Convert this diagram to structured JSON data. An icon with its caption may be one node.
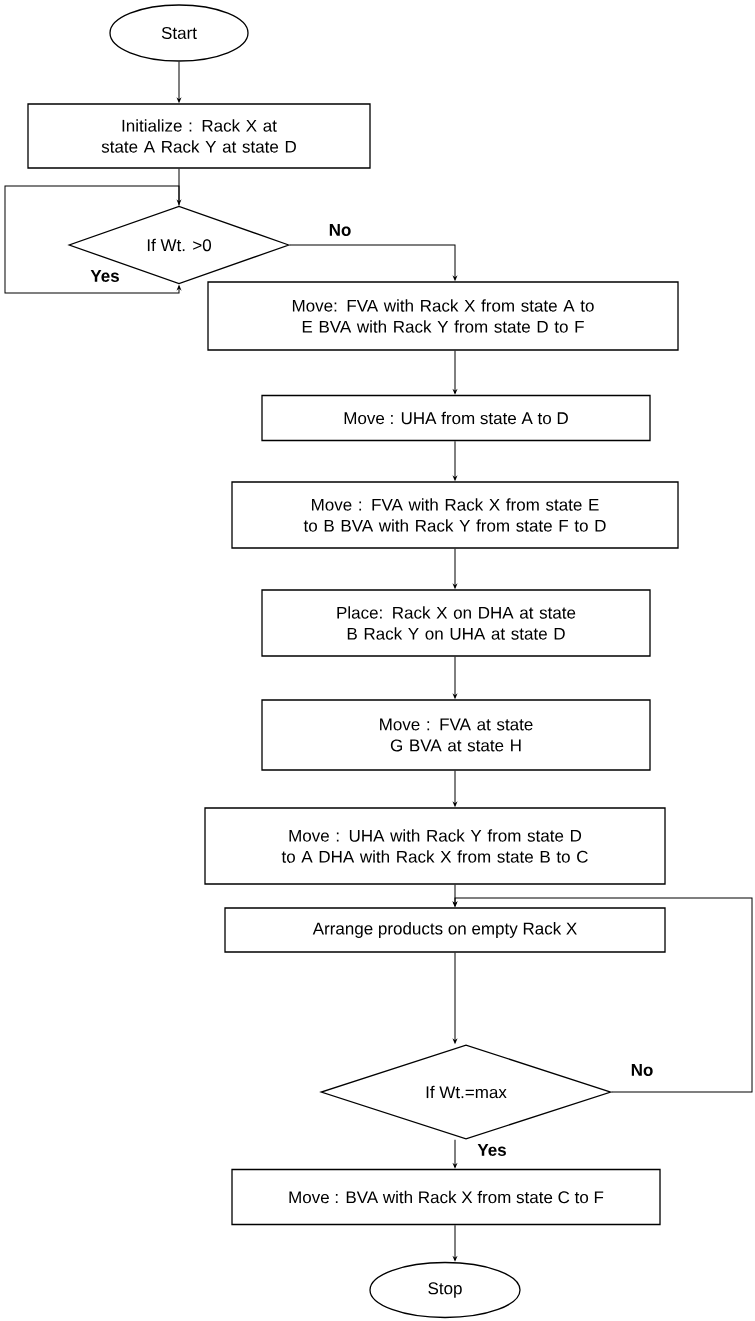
{
  "diagram": {
    "nodes": [
      {
        "text": [
          "Start"
        ]
      },
      {
        "text": [
          "Initialize : Rack X at state A Rack Y at state D"
        ]
      },
      {
        "text": [
          "If Wt. >0"
        ]
      },
      {
        "text": [
          "Move: FVA with Rack X from state A to E BVA with Rack Y from state D to F"
        ]
      },
      {
        "text": [
          "Move : UHA from state A to D"
        ]
      },
      {
        "text": [
          "Move : FVA with Rack X from state E to B BVA with Rack Y from state F to D"
        ]
      },
      {
        "text": [
          "Place: Rack X on DHA at state B Rack Y on UHA at state D"
        ]
      },
      {
        "text": [
          "Move : FVA at state G BVA at state H"
        ]
      },
      {
        "text": [
          "Move : UHA with Rack Y from state D to A DHA with Rack X from state B to C"
        ]
      },
      {
        "text": [
          "Arrange products on empty Rack X"
        ]
      },
      {
        "text": [
          "If Wt.=max"
        ]
      },
      {
        "text": [
          "Move : BVA with Rack X from state C to F"
        ]
      },
      {
        "text": [
          "Stop"
        ]
      }
    ],
    "edges": [
      {
        "from": 0,
        "to": 1,
        "arrow": "to"
      },
      {
        "from": 1,
        "to": 2,
        "arrow": "to"
      },
      {
        "from": 2,
        "to": 2,
        "arrow": "to",
        "label": "Yes"
      },
      {
        "from": 2,
        "to": 3,
        "arrow": "to",
        "label": "No"
      },
      {
        "from": 3,
        "to": 4,
        "arrow": "to"
      },
      {
        "from": 4,
        "to": 5,
        "arrow": "to"
      },
      {
        "from": 5,
        "to": 6,
        "arrow": "to"
      },
      {
        "from": 6,
        "to": 7,
        "arrow": "to"
      },
      {
        "from": 7,
        "to": 8,
        "arrow": "to"
      },
      {
        "from": 8,
        "to": 9,
        "arrow": "to"
      },
      {
        "from": 9,
        "to": 10,
        "arrow": "to"
      },
      {
        "from": 10,
        "to": 11,
        "arrow": "to",
        "label": "Yes"
      },
      {
        "from": 10,
        "to": 9,
        "arrow": "to",
        "label": "No"
      },
      {
        "from": 11,
        "to": 12,
        "arrow": "to"
      }
    ]
  }
}
